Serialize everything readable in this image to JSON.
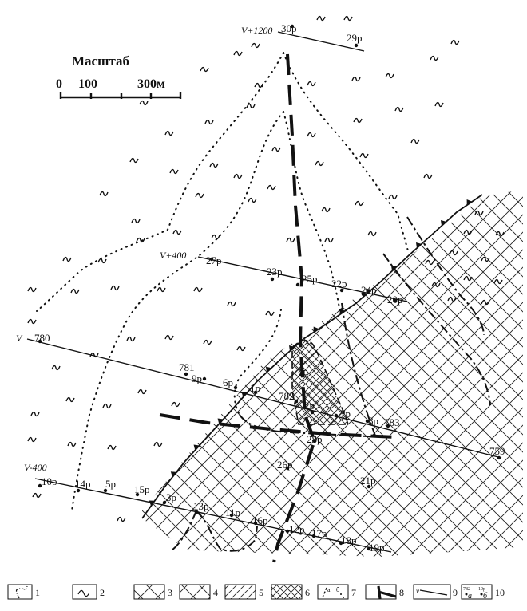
{
  "scale": {
    "title": "Масштаб",
    "tick_labels": [
      "0",
      "100",
      "300м"
    ]
  },
  "profiles": [
    {
      "label": "V+1200"
    },
    {
      "label": "V+400"
    },
    {
      "label": "V"
    },
    {
      "label": "V-400"
    }
  ],
  "wells": [
    {
      "label": "30р"
    },
    {
      "label": "29р"
    },
    {
      "label": "27р"
    },
    {
      "label": "23р"
    },
    {
      "label": "25р"
    },
    {
      "label": "22р"
    },
    {
      "label": "24р"
    },
    {
      "label": "20р"
    },
    {
      "label": "780"
    },
    {
      "label": "781"
    },
    {
      "label": "9р"
    },
    {
      "label": "6р"
    },
    {
      "label": "1р"
    },
    {
      "label": "782"
    },
    {
      "label": "4р"
    },
    {
      "label": "2р"
    },
    {
      "label": "7р"
    },
    {
      "label": "8р"
    },
    {
      "label": "783"
    },
    {
      "label": "759"
    },
    {
      "label": "28р"
    },
    {
      "label": "26р"
    },
    {
      "label": "21р"
    },
    {
      "label": "10р"
    },
    {
      "label": "14р"
    },
    {
      "label": "5р"
    },
    {
      "label": "15р"
    },
    {
      "label": "3р"
    },
    {
      "label": "13р"
    },
    {
      "label": "11р"
    },
    {
      "label": "16р"
    },
    {
      "label": "12р"
    },
    {
      "label": "17р"
    },
    {
      "label": "18р"
    },
    {
      "label": "19р"
    }
  ],
  "legend": {
    "items": [
      "1",
      "2",
      "3",
      "4",
      "5",
      "6",
      "7",
      "8",
      "9",
      "10"
    ],
    "symbol_text": {
      "item7_a": "а",
      "item7_b": "б",
      "item10_a_num": "782",
      "item10_b_num": "19р",
      "item10_a": "а",
      "item10_b": "б"
    }
  }
}
